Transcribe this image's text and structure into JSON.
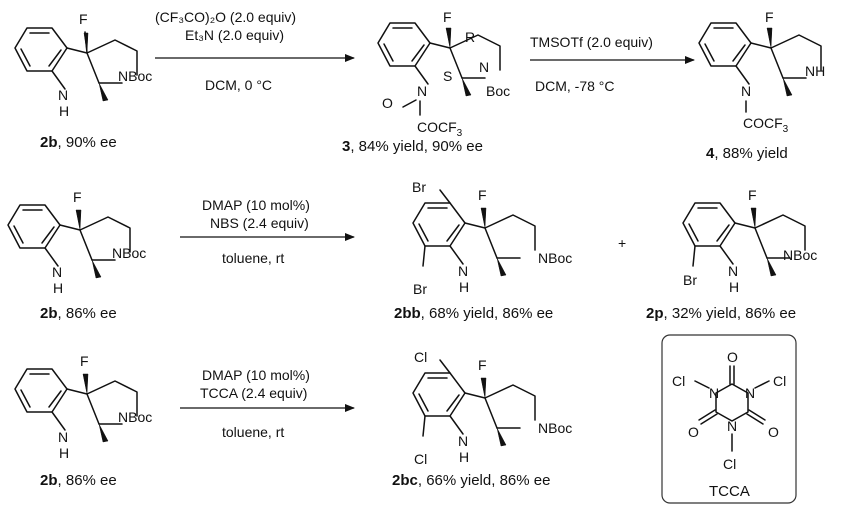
{
  "atoms": {
    "F": "F",
    "H": "H",
    "N": "N",
    "NH": "NH",
    "NBoc": "NBoc",
    "Boc": "Boc",
    "S": "S",
    "R": "R",
    "COCF3": "COCF",
    "sub3": "3",
    "Br": "Br",
    "Cl": "Cl",
    "O": "O"
  },
  "row1": {
    "step1_line1": "(CF₃CO)₂O (2.0 equiv)",
    "step1_line2": "Et₃N (2.0 equiv)",
    "step1_line3": "DCM, 0 °C",
    "step2_line1": "TMSOTf (2.0 equiv)",
    "step2_line2": "DCM, -78 °C",
    "sm_label": "2b",
    "sm_rest": ", 90% ee",
    "p3_label": "3",
    "p3_rest": ", 84% yield, 90% ee",
    "p4_label": "4",
    "p4_rest": ", 88% yield"
  },
  "row2": {
    "cond_line1": "DMAP (10 mol%)",
    "cond_line2": "NBS (2.4 equiv)",
    "cond_line3": "toluene, rt",
    "plus": "+",
    "sm_label": "2b",
    "sm_rest": ", 86% ee",
    "pbb_label": "2bb",
    "pbb_rest": ", 68% yield, 86% ee",
    "pp_label": "2p",
    "pp_rest": ", 32% yield, 86% ee"
  },
  "row3": {
    "cond_line1": "DMAP (10 mol%)",
    "cond_line2": "TCCA (2.4 equiv)",
    "cond_line3": "toluene, rt",
    "sm_label": "2b",
    "sm_rest": ", 86% ee",
    "pbc_label": "2bc",
    "pbc_rest": ", 66% yield, 86% ee",
    "tcca_label": "TCCA"
  }
}
